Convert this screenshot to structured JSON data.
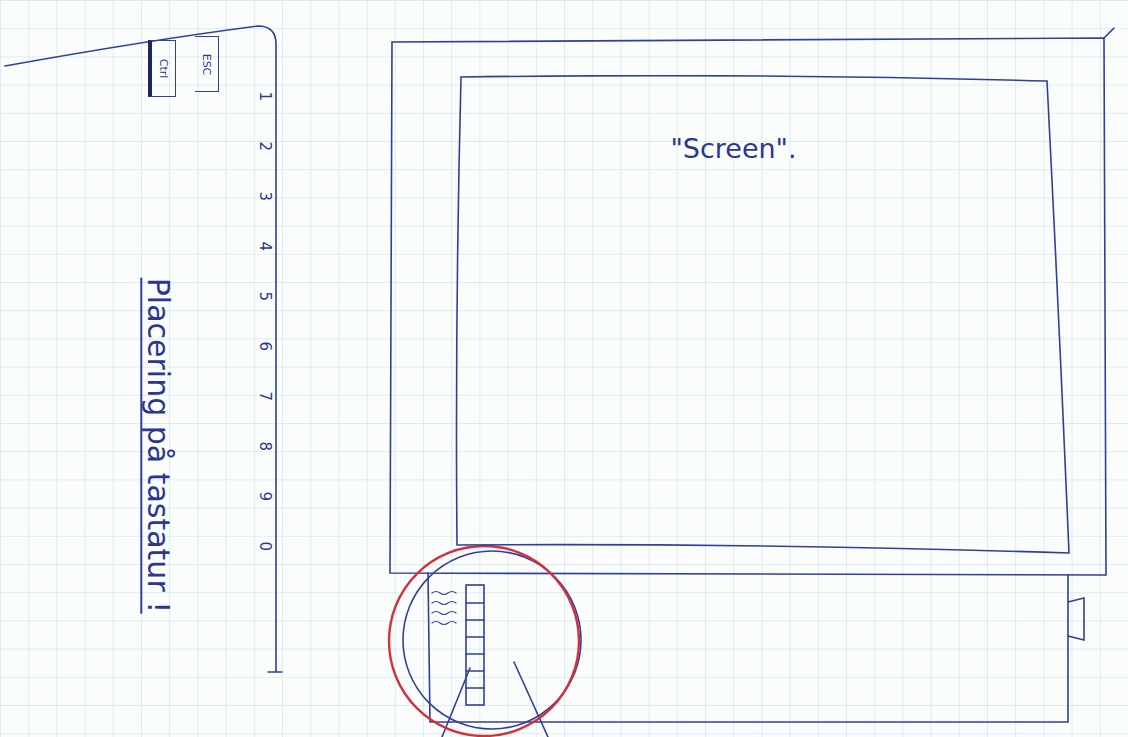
{
  "diagram": {
    "nodes": [
      {
        "text": [
          "ESC"
        ]
      },
      {
        "text": [
          "Ctrl"
        ]
      },
      {
        "text": [
          "\"Screen\"."
        ]
      }
    ],
    "labels": [
      "1",
      "2",
      "3",
      "4",
      "5",
      "6",
      "7",
      "8",
      "9",
      "0",
      "Placering på tastatur !"
    ]
  }
}
